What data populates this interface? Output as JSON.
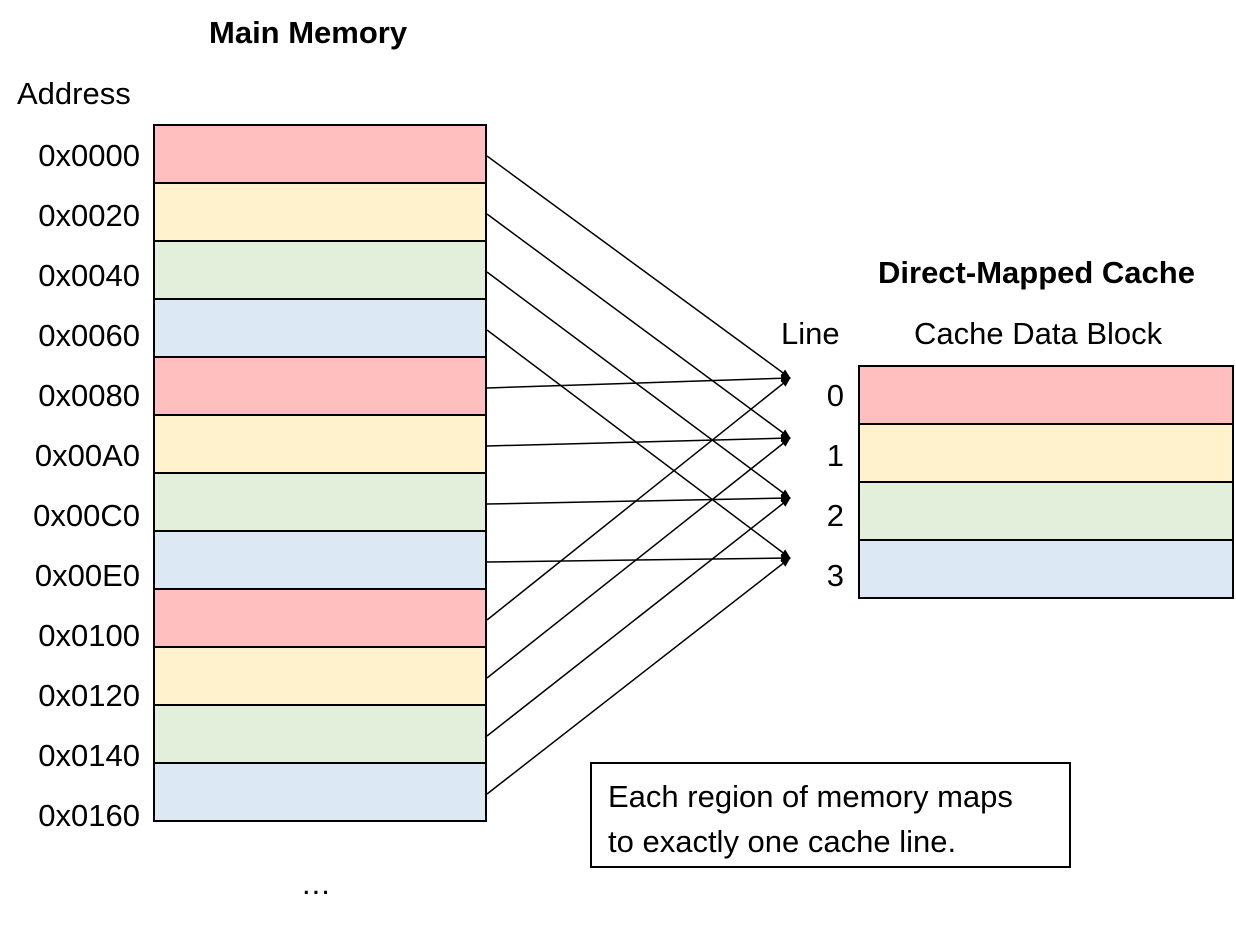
{
  "main_memory": {
    "title": "Main Memory",
    "address_header": "Address",
    "rows": [
      {
        "address": "0x0000",
        "color": "#ffbfbf",
        "maps_to_line": 0
      },
      {
        "address": "0x0020",
        "color": "#fff2cc",
        "maps_to_line": 1
      },
      {
        "address": "0x0040",
        "color": "#e2efda",
        "maps_to_line": 2
      },
      {
        "address": "0x0060",
        "color": "#dde8f5",
        "maps_to_line": 3
      },
      {
        "address": "0x0080",
        "color": "#ffbfbf",
        "maps_to_line": 0
      },
      {
        "address": "0x00A0",
        "color": "#fff2cc",
        "maps_to_line": 1
      },
      {
        "address": "0x00C0",
        "color": "#e2efda",
        "maps_to_line": 2
      },
      {
        "address": "0x00E0",
        "color": "#dde8f5",
        "maps_to_line": 3
      },
      {
        "address": "0x0100",
        "color": "#ffbfbf",
        "maps_to_line": 0
      },
      {
        "address": "0x0120",
        "color": "#fff2cc",
        "maps_to_line": 1
      },
      {
        "address": "0x0140",
        "color": "#e2efda",
        "maps_to_line": 2
      },
      {
        "address": "0x0160",
        "color": "#dde8f5",
        "maps_to_line": 3
      }
    ],
    "continuation": "..."
  },
  "cache": {
    "title": "Direct-Mapped Cache",
    "line_header": "Line",
    "block_header": "Cache Data Block",
    "lines": [
      {
        "line": "0",
        "color": "#ffbfbf"
      },
      {
        "line": "1",
        "color": "#fff2cc"
      },
      {
        "line": "2",
        "color": "#e2efda"
      },
      {
        "line": "3",
        "color": "#dde8f5"
      }
    ]
  },
  "note": {
    "line1": "Each region of memory maps",
    "line2": "to exactly one cache line."
  }
}
